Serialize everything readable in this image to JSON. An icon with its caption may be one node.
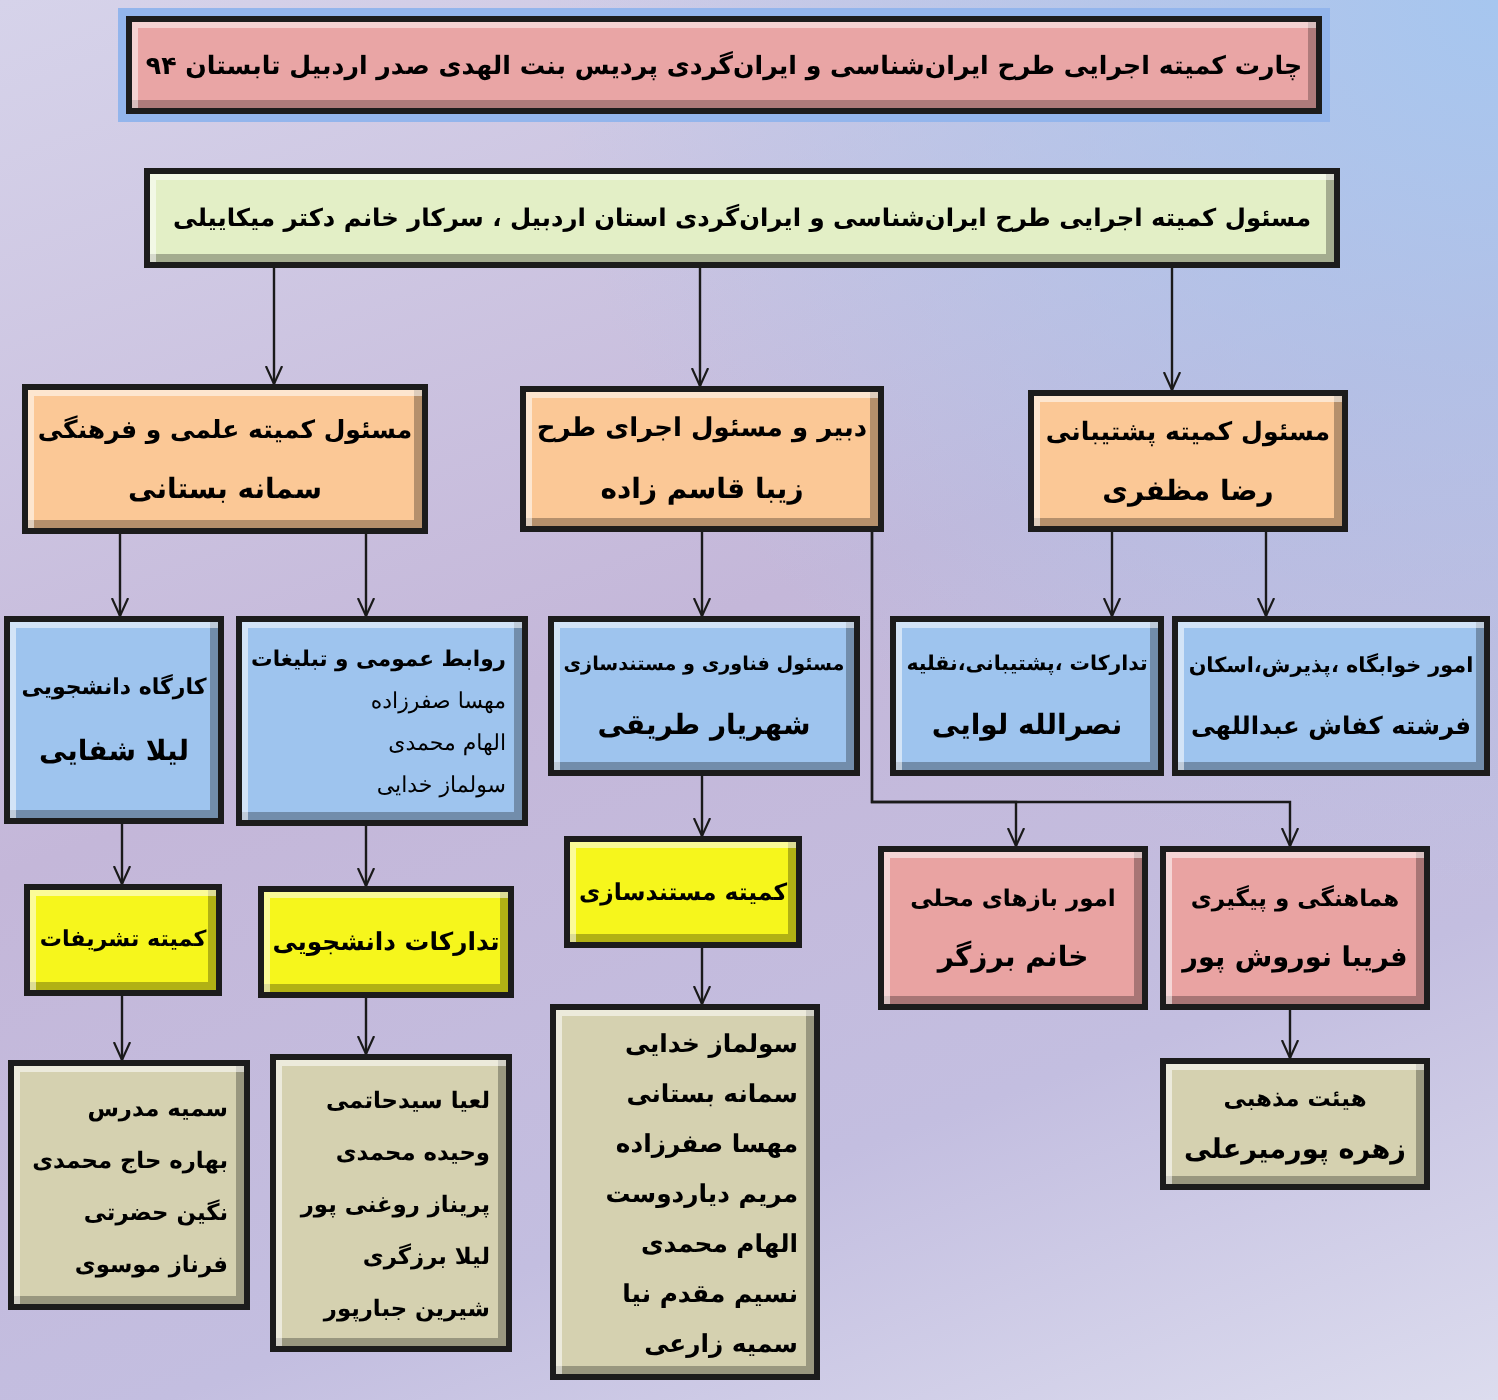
{
  "diagram": {
    "title": "چارت کمیته اجرایی طرح ایران‌شناسی و ایران‌گردی پردیس بنت الهدی صدر اردبیل تابستان ۹۴",
    "nodes": [
      {
        "text": [
          "مسئول کمیته اجرایی طرح ایران‌شناسی و ایران‌گردی استان اردبیل ، سرکار خانم دکتر میکاییلی"
        ]
      },
      {
        "text": [
          "مسئول کمیته علمی و فرهنگی",
          "سمانه بستانی"
        ]
      },
      {
        "text": [
          "دبیر و مسئول اجرای طرح",
          "زیبا قاسم زاده"
        ]
      },
      {
        "text": [
          "مسئول کمیته پشتیبانی",
          "رضا مظفری"
        ]
      },
      {
        "text": [
          "کارگاه دانشجویی",
          "لیلا شفایی"
        ]
      },
      {
        "text": [
          "روابط عمومی و تبلیغات",
          "مهسا صفرزاده",
          "الهام محمدی",
          "سولماز خدایی"
        ]
      },
      {
        "text": [
          "مسئول فناوری و مستندسازی",
          "شهریار طریقی"
        ]
      },
      {
        "text": [
          "تدارکات ،پشتیبانی،نقلیه",
          "نصرالله لوایی"
        ]
      },
      {
        "text": [
          "امور خوابگاه ،پذیرش،اسکان",
          "فرشته کفاش عبداللهی"
        ]
      },
      {
        "text": [
          "کمیته تشریفات"
        ]
      },
      {
        "text": [
          "تدارکات دانشجویی"
        ]
      },
      {
        "text": [
          "کمیته مستندسازی"
        ]
      },
      {
        "text": [
          "امور بازهای محلی",
          "خانم برزگر"
        ]
      },
      {
        "text": [
          "هماهنگی و پیگیری",
          "فریبا نوروش پور"
        ]
      },
      {
        "text": [
          "سمیه مدرس",
          "بهاره حاج محمدی",
          "نگین حضرتی",
          "فرناز موسوی"
        ]
      },
      {
        "text": [
          "لعیا سیدحاتمی",
          "وحیده محمدی",
          "پریناز روغنی پور",
          "لیلا برزگری",
          "شیرین جبارپور"
        ]
      },
      {
        "text": [
          "سولماز خدایی",
          "سمانه بستانی",
          "مهسا صفرزاده",
          "مریم دیاردوست",
          "الهام محمدی",
          "نسیم مقدم نیا",
          "سمیه زارعی"
        ]
      },
      {
        "text": [
          "هیئت مذهبی",
          "زهره پورمیرعلی"
        ]
      }
    ],
    "edges": [
      {
        "from": 0,
        "to": 1,
        "arrow": "to"
      },
      {
        "from": 0,
        "to": 2,
        "arrow": "to"
      },
      {
        "from": 0,
        "to": 3,
        "arrow": "to"
      },
      {
        "from": 1,
        "to": 4,
        "arrow": "to"
      },
      {
        "from": 1,
        "to": 5,
        "arrow": "to"
      },
      {
        "from": 2,
        "to": 6,
        "arrow": "to"
      },
      {
        "from": 2,
        "to": 12,
        "arrow": "to"
      },
      {
        "from": 2,
        "to": 13,
        "arrow": "to"
      },
      {
        "from": 3,
        "to": 7,
        "arrow": "to"
      },
      {
        "from": 3,
        "to": 8,
        "arrow": "to"
      },
      {
        "from": 4,
        "to": 9,
        "arrow": "to"
      },
      {
        "from": 5,
        "to": 10,
        "arrow": "to"
      },
      {
        "from": 6,
        "to": 11,
        "arrow": "to"
      },
      {
        "from": 9,
        "to": 14,
        "arrow": "to"
      },
      {
        "from": 10,
        "to": 15,
        "arrow": "to"
      },
      {
        "from": 11,
        "to": 16,
        "arrow": "to"
      },
      {
        "from": 13,
        "to": 17,
        "arrow": "to"
      }
    ]
  }
}
